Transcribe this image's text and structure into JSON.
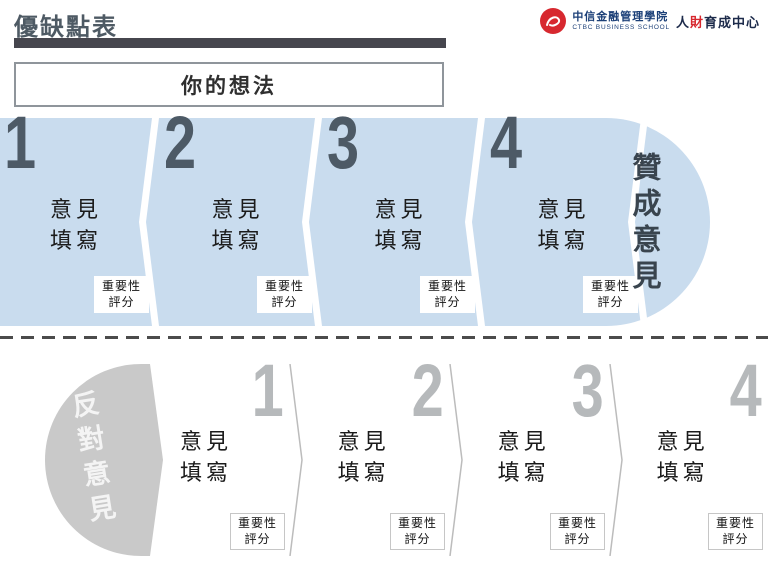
{
  "page": {
    "title": "優缺點表",
    "idea_box_label": "你的想法"
  },
  "logo": {
    "school_zh": "中信金融管理學院",
    "school_en": "CTBC BUSINESS SCHOOL",
    "center_prefix": "人",
    "center_highlight": "財",
    "center_suffix": "育成中心"
  },
  "pros": {
    "bubble_label": "贊成意見",
    "segments": [
      {
        "number": "1",
        "opinion": "意見\n填寫",
        "score": "重要性\n評分"
      },
      {
        "number": "2",
        "opinion": "意見\n填寫",
        "score": "重要性\n評分"
      },
      {
        "number": "3",
        "opinion": "意見\n填寫",
        "score": "重要性\n評分"
      },
      {
        "number": "4",
        "opinion": "意見\n填寫",
        "score": "重要性\n評分"
      }
    ]
  },
  "cons": {
    "bubble_label": "反對意見",
    "segments": [
      {
        "number": "1",
        "opinion": "意見\n填寫",
        "score": "重要性\n評分"
      },
      {
        "number": "2",
        "opinion": "意見\n填寫",
        "score": "重要性\n評分"
      },
      {
        "number": "3",
        "opinion": "意見\n填寫",
        "score": "重要性\n評分"
      },
      {
        "number": "4",
        "opinion": "意見\n填寫",
        "score": "重要性\n評分"
      }
    ]
  },
  "colors": {
    "band_blue": "#c9dcee",
    "slate_number": "#4d5a66",
    "gray_bubble": "#c9c9c9",
    "gray_number": "#b6b9bb",
    "header_bar": "#46464e",
    "logo_red": "#d7282f",
    "logo_navy": "#1b3f77"
  }
}
